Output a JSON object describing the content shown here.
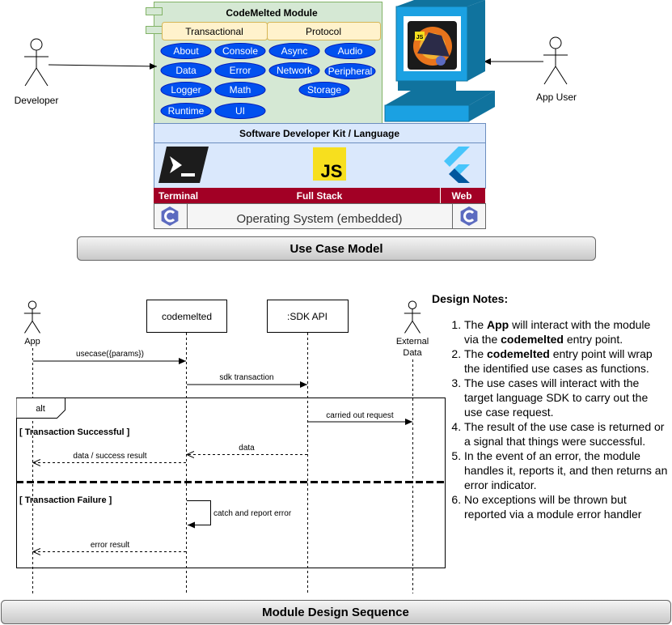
{
  "module": {
    "title": "CodeMelted Module",
    "categories": [
      "Transactional",
      "Protocol"
    ],
    "use_cases": [
      "About",
      "Console",
      "Async",
      "Audio",
      "Data",
      "Error",
      "Network",
      "Peripheral",
      "Logger",
      "Math",
      "Storage",
      "Runtime",
      "UI"
    ]
  },
  "actors": {
    "developer": "Developer",
    "app_user": "App User"
  },
  "sdk": {
    "title": "Software Developer Kit / Language",
    "bar_terminal": "Terminal",
    "bar_fullstack": "Full Stack",
    "bar_web": "Web",
    "js_logo": "JS",
    "os_label": "Operating System (embedded)"
  },
  "use_case_model_title": "Use Case Model",
  "sequence": {
    "lifelines": {
      "app": "App",
      "codemelted": "codemelted",
      "sdk_api": ":SDK API",
      "external_l1": "External",
      "external_l2": "Data"
    },
    "messages": {
      "usecase": "usecase({params})",
      "sdk_transaction": "sdk transaction",
      "carried_out": "carried out request",
      "data": "data",
      "data_success": "data / success result",
      "catch_report": "catch and report error",
      "error_result": "error result"
    },
    "fragment": {
      "label": "alt",
      "guard_success": "[ Transaction Successful ]",
      "guard_failure": "[ Transaction Failure ]"
    }
  },
  "design_notes": {
    "title": "Design Notes:",
    "items": [
      {
        "pre": "The ",
        "b1": "App",
        "mid": " will interact with the module via the ",
        "b2": "codemelted",
        "post": " entry point."
      },
      {
        "pre": "The ",
        "b1": "codemelted",
        "mid": " entry point will wrap the identified use cases as functions.",
        "b2": "",
        "post": ""
      },
      {
        "pre": "The use cases will interact with the target language SDK to carry out the use case request.",
        "b1": "",
        "mid": "",
        "b2": "",
        "post": ""
      },
      {
        "pre": "The result of the use case is returned or a signal that things were successful.",
        "b1": "",
        "mid": "",
        "b2": "",
        "post": ""
      },
      {
        "pre": "In the event of an error, the module handles it, reports it, and then returns an error indicator.",
        "b1": "",
        "mid": "",
        "b2": "",
        "post": ""
      },
      {
        "pre": "No exceptions will be thrown but reported via a module error handler",
        "b1": "",
        "mid": "",
        "b2": "",
        "post": ""
      }
    ]
  },
  "module_design_title": "Module Design Sequence",
  "colors": {
    "module_bg": "#d5e8d4",
    "module_border": "#82b366",
    "cat_bg": "#fff2cc",
    "cat_border": "#d6b656",
    "ellipse_bg": "#0050ef",
    "ellipse_border": "#001dbc",
    "sdk_bg": "#dae8fc",
    "sdk_border": "#6c8ebf",
    "bar_bg": "#a20025",
    "computer": "#1ba1e2",
    "computer_dark": "#10739e",
    "js_yellow": "#f7df1e",
    "flutter_light": "#47c5fb",
    "flutter_dark": "#00569e",
    "c_logo": "#5c6bc0"
  },
  "icons": [
    "actor-icon",
    "terminal-icon",
    "js-icon",
    "flutter-icon",
    "c-language-icon",
    "computer-icon",
    "app-logo-icon"
  ]
}
